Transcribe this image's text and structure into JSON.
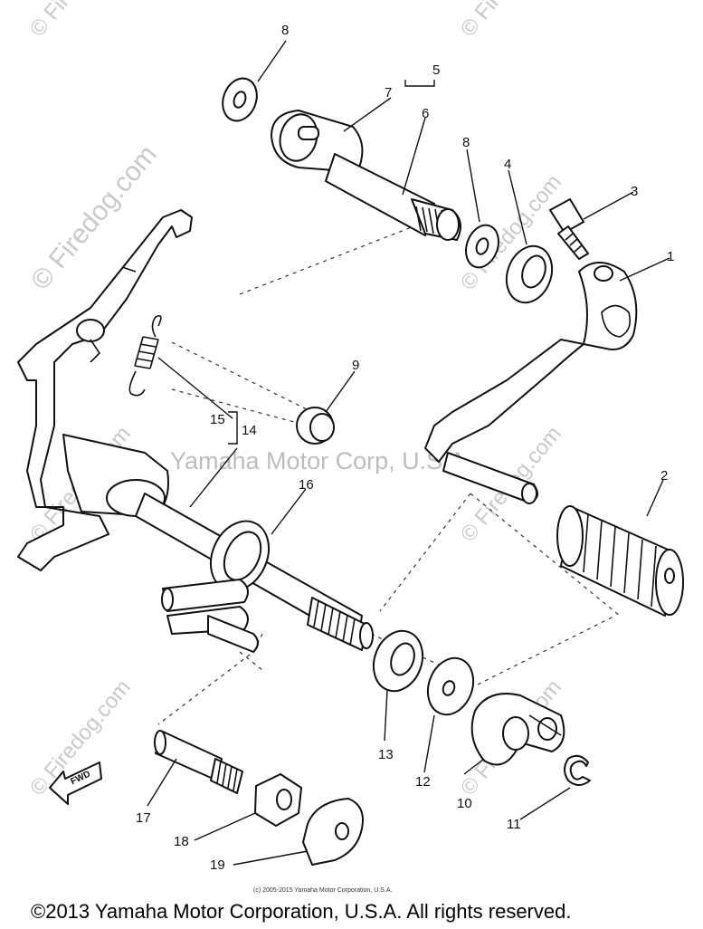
{
  "watermarks": {
    "firedog": "© Firedog.com",
    "yamaha": "Yamaha Motor Corp, U.S.A."
  },
  "parts": {
    "p1": "1",
    "p2": "2",
    "p3": "3",
    "p4": "4",
    "p5": "5",
    "p6": "6",
    "p7": "7",
    "p8a": "8",
    "p8b": "8",
    "p9": "9",
    "p10": "10",
    "p11": "11",
    "p12": "12",
    "p13": "13",
    "p14": "14",
    "p15": "15",
    "p16": "16",
    "p17": "17",
    "p18": "18",
    "p19": "19"
  },
  "fwd_label": "FWD",
  "small_copyright": "(c) 2005-2015 Yamaha Motor Corporation, U.S.A.",
  "footer": "©2013 Yamaha Motor Corporation, U.S.A. All rights reserved."
}
